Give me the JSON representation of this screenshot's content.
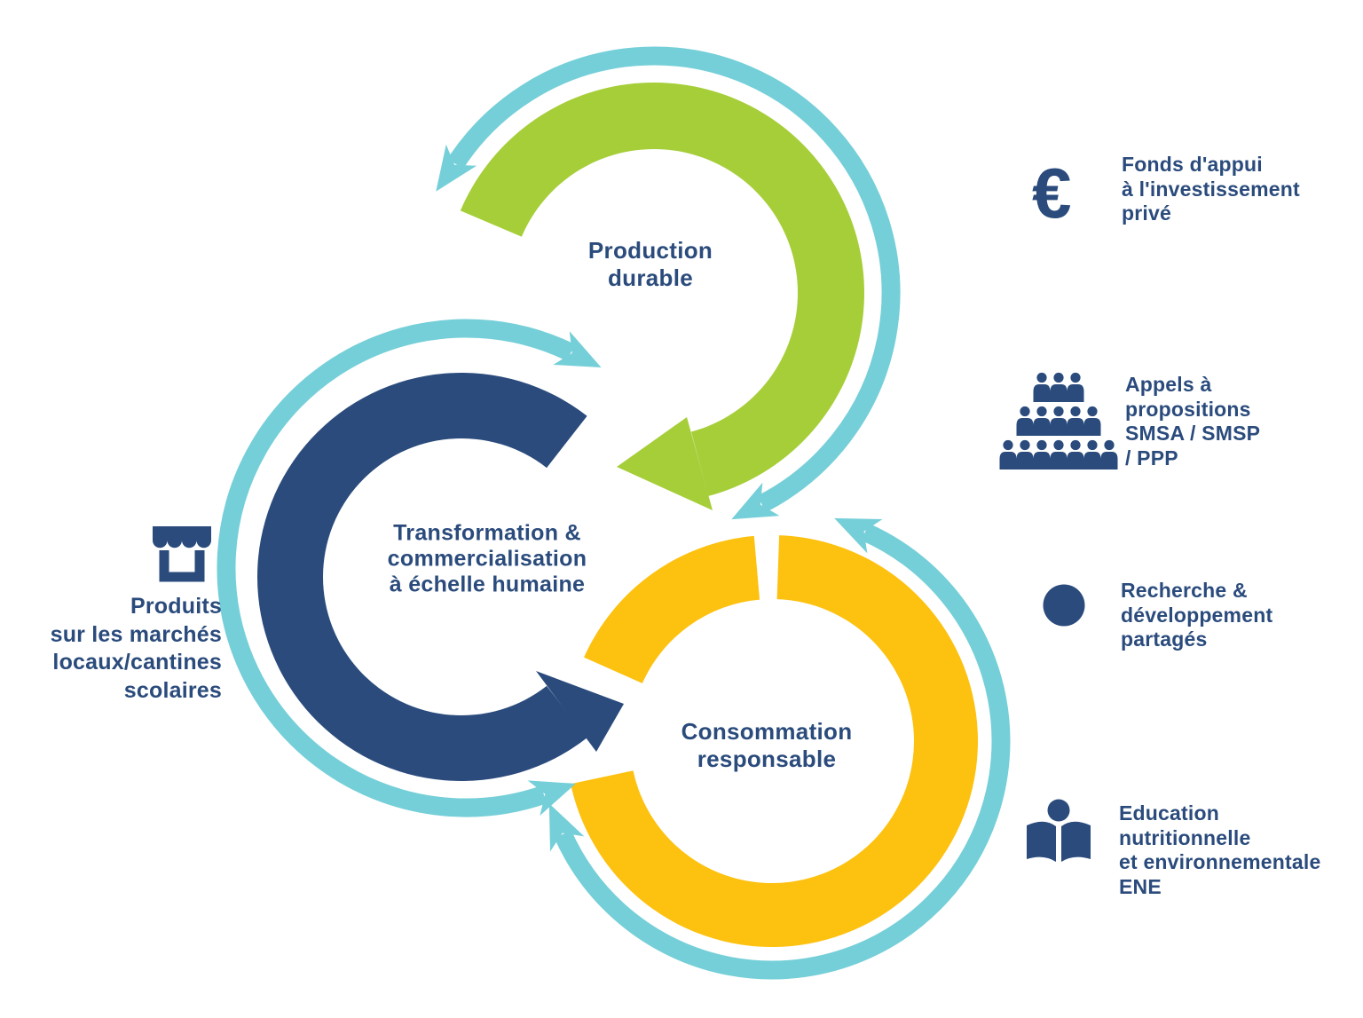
{
  "diagram": {
    "colors": {
      "navy": "#2A4B7C",
      "green": "#A6CE39",
      "yellow": "#FDC110",
      "cyan": "#75CFD8",
      "background": "#FFFFFF"
    },
    "nodes": [
      {
        "id": "production-durable",
        "lines": [
          "Production",
          "durable"
        ]
      },
      {
        "id": "transformation-commercialisation",
        "lines": [
          "Transformation &",
          "commercialisation",
          "à échelle humaine"
        ]
      },
      {
        "id": "consommation-responsable",
        "lines": [
          "Consommation",
          "responsable"
        ]
      }
    ],
    "right_notes": [
      {
        "icon": "euro-icon",
        "glyph": "€",
        "lines": [
          "Fonds d'appui",
          "à l'investissement",
          "privé"
        ]
      },
      {
        "icon": "people-group-icon",
        "lines": [
          "Appels à",
          "propositions",
          "SMSA / SMSP",
          "/ PPP"
        ]
      },
      {
        "icon": "filled-circle-icon",
        "lines": [
          "Recherche &",
          "développement",
          "partagés"
        ]
      },
      {
        "icon": "open-book-reader-icon",
        "lines": [
          "Education",
          "nutritionnelle",
          "et environnementale",
          "ENE"
        ]
      }
    ],
    "left_note": {
      "icon": "market-stall-icon",
      "lines": [
        "Produits",
        "sur les marchés",
        "locaux/cantines",
        "scolaires"
      ]
    }
  }
}
